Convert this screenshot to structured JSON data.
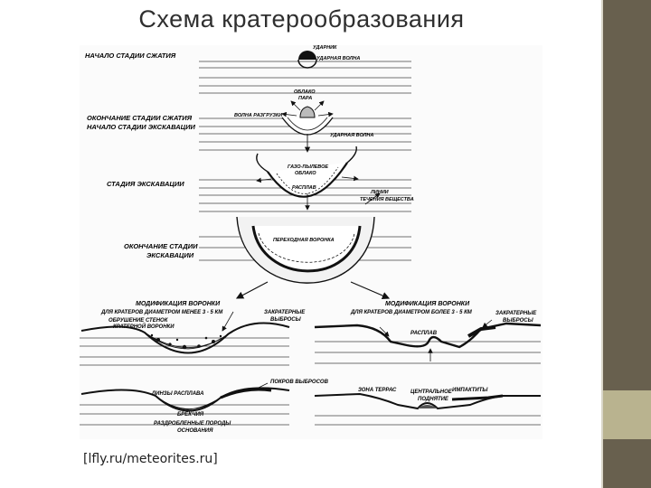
{
  "slide": {
    "title": "Схема кратерообразования",
    "source": "[lfly.ru/meteorites.ru]"
  },
  "diagram": {
    "stages": {
      "compression_start": "НАЧАЛО СТАДИИ СЖАТИЯ",
      "compression_end_1": "ОКОНЧАНИЕ СТАДИИ СЖАТИЯ",
      "compression_end_2": "НАЧАЛО СТАДИИ ЭКСКАВАЦИИ",
      "excavation": "СТАДИЯ ЭКСКАВАЦИИ",
      "excavation_end_1": "ОКОНЧАНИЕ СТАДИИ",
      "excavation_end_2": "ЭКСКАВАЦИИ"
    },
    "labels": {
      "impactor": "УДАРНИК",
      "shock_wave": "УДАРНАЯ ВОЛНА",
      "vapor_cloud_1": "ОБЛАКО",
      "vapor_cloud_2": "ПАРА",
      "unloading_wave": "ВОЛНА РАЗГРУЗКИ",
      "shock_wave_2": "УДАРНАЯ ВОЛНА",
      "gas_dust_1": "ГАЗО-ПЫЛЕВОЕ",
      "gas_dust_2": "ОБЛАКО",
      "melt": "РАСПЛАВ",
      "flow_lines_1": "ЛИНИИ",
      "flow_lines_2": "ТЕЧЕНИЯ ВЕЩЕСТВА",
      "transient_crater": "ПЕРЕХОДНАЯ ВОРОНКА"
    },
    "simple": {
      "heading_1": "МОДИФИКАЦИЯ ВОРОНКИ",
      "heading_2": "ДЛЯ КРАТЕРОВ ДИАМЕТРОМ МЕНЕЕ 3 - 5 КМ",
      "wall_collapse_1": "ОБРУШЕНИЕ СТЕНОК",
      "wall_collapse_2": "КРАТЕРНОЙ ВОРОНКИ",
      "ejecta_1": "ЗАКРАТЕРНЫЕ",
      "ejecta_2": "ВЫБРОСЫ",
      "ejecta_blanket": "ПОКРОВ ВЫБРОСОВ",
      "melt_lenses": "ЛИНЗЫ РАСПЛАВА",
      "breccia": "БРЕКЧИЯ",
      "fractured_1": "РАЗДРОБЛЕННЫЕ ПОРОДЫ",
      "fractured_2": "ОСНОВАНИЯ"
    },
    "complex": {
      "heading_1": "МОДИФИКАЦИЯ ВОРОНКИ",
      "heading_2": "ДЛЯ КРАТЕРОВ ДИАМЕТРОМ БОЛЕЕ 3 - 5 КМ",
      "ejecta_1": "ЗАКРАТЕРНЫЕ",
      "ejecta_2": "ВЫБРОСЫ",
      "melt": "РАСПЛАВ",
      "terrace_zone": "ЗОНА ТЕРРАС",
      "central_uplift_1": "ЦЕНТРАЛЬНОЕ",
      "central_uplift_2": "ПОДНЯТИЕ",
      "impactites": "ИМПАКТИТЫ"
    }
  }
}
